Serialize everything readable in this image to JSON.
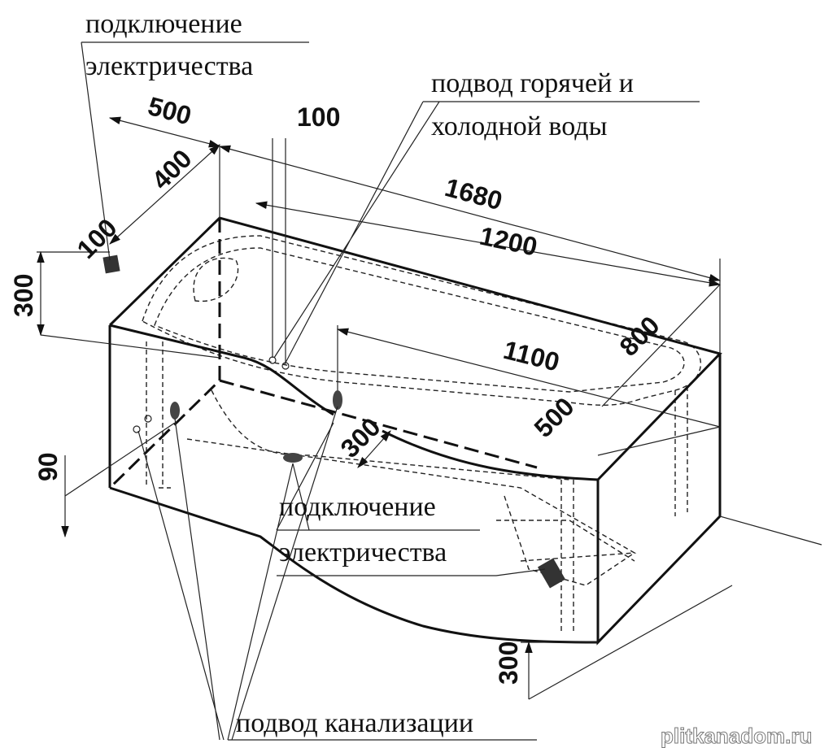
{
  "labels": {
    "electric_top_1": "подключение",
    "electric_top_2": "электричества",
    "water_1": "подвод горячей и",
    "water_2": "холодной воды",
    "electric_bottom_1": "подключение",
    "electric_bottom_2": "электричества",
    "drain": "подвод канализации"
  },
  "dimensions": {
    "d500_top": "500",
    "d400": "400",
    "d100_left": "100",
    "d100_top": "100",
    "d1680": "1680",
    "d1200": "1200",
    "d800": "800",
    "d1100": "1100",
    "d500_right": "500",
    "d300_left": "300",
    "d90": "90",
    "d300_mid": "300",
    "d300_bottom": "300"
  },
  "watermark": "plitkanadom.ru"
}
